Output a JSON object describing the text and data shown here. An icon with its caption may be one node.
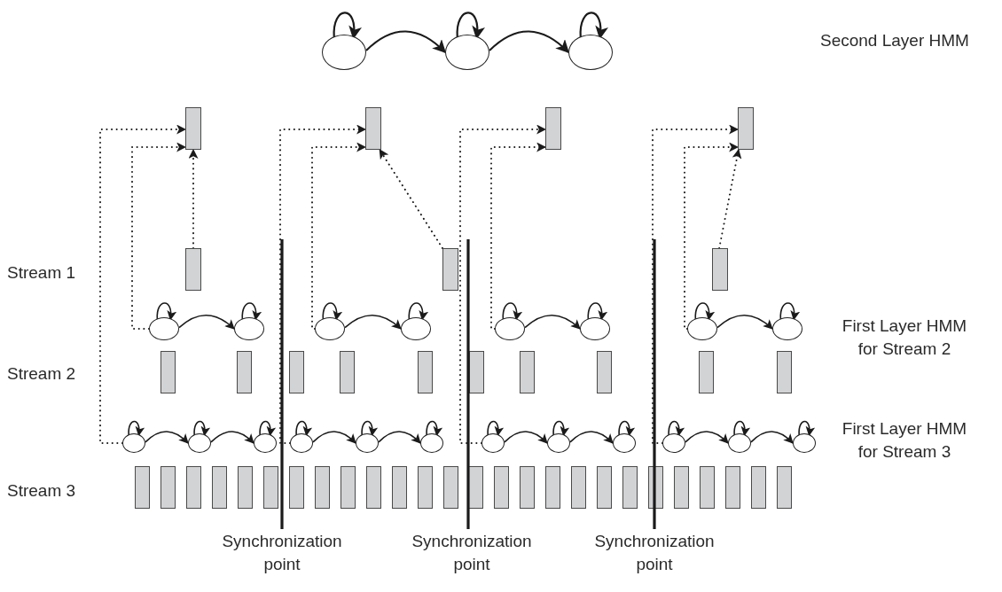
{
  "diagram": {
    "nodes": [
      {
        "text": [],
        "shape": "circle"
      },
      {
        "text": [],
        "shape": "circle"
      },
      {
        "text": [],
        "shape": "circle"
      },
      {
        "text": [],
        "shape": "box"
      },
      {
        "text": [],
        "shape": "box"
      },
      {
        "text": [],
        "shape": "box"
      },
      {
        "text": [],
        "shape": "box"
      },
      {
        "text": [],
        "shape": "box"
      },
      {
        "text": [],
        "shape": "box"
      },
      {
        "text": [],
        "shape": "box"
      },
      {
        "text": [],
        "shape": "circle"
      },
      {
        "text": [],
        "shape": "circle"
      },
      {
        "text": [],
        "shape": "circle"
      },
      {
        "text": [],
        "shape": "circle"
      },
      {
        "text": [],
        "shape": "circle"
      },
      {
        "text": [],
        "shape": "circle"
      },
      {
        "text": [],
        "shape": "circle"
      },
      {
        "text": [],
        "shape": "circle"
      },
      {
        "text": [],
        "shape": "box"
      },
      {
        "text": [],
        "shape": "box"
      },
      {
        "text": [],
        "shape": "box"
      },
      {
        "text": [],
        "shape": "box"
      },
      {
        "text": [],
        "shape": "box"
      },
      {
        "text": [],
        "shape": "box"
      },
      {
        "text": [],
        "shape": "box"
      },
      {
        "text": [],
        "shape": "box"
      },
      {
        "text": [],
        "shape": "box"
      },
      {
        "text": [],
        "shape": "box"
      },
      {
        "text": [],
        "shape": "circle"
      },
      {
        "text": [],
        "shape": "circle"
      },
      {
        "text": [],
        "shape": "circle"
      },
      {
        "text": [],
        "shape": "circle"
      },
      {
        "text": [],
        "shape": "circle"
      },
      {
        "text": [],
        "shape": "circle"
      },
      {
        "text": [],
        "shape": "circle"
      },
      {
        "text": [],
        "shape": "circle"
      },
      {
        "text": [],
        "shape": "circle"
      },
      {
        "text": [],
        "shape": "circle"
      },
      {
        "text": [],
        "shape": "circle"
      },
      {
        "text": [],
        "shape": "circle"
      },
      {
        "text": [],
        "shape": "box"
      },
      {
        "text": [],
        "shape": "box"
      },
      {
        "text": [],
        "shape": "box"
      },
      {
        "text": [],
        "shape": "box"
      },
      {
        "text": [],
        "shape": "box"
      },
      {
        "text": [],
        "shape": "box"
      },
      {
        "text": [],
        "shape": "box"
      },
      {
        "text": [],
        "shape": "box"
      },
      {
        "text": [],
        "shape": "box"
      },
      {
        "text": [],
        "shape": "box"
      },
      {
        "text": [],
        "shape": "box"
      },
      {
        "text": [],
        "shape": "box"
      },
      {
        "text": [],
        "shape": "box"
      },
      {
        "text": [],
        "shape": "box"
      },
      {
        "text": [],
        "shape": "box"
      },
      {
        "text": [],
        "shape": "box"
      },
      {
        "text": [],
        "shape": "box"
      },
      {
        "text": [],
        "shape": "box"
      },
      {
        "text": [],
        "shape": "box"
      },
      {
        "text": [],
        "shape": "box"
      },
      {
        "text": [],
        "shape": "box"
      },
      {
        "text": [],
        "shape": "box"
      },
      {
        "text": [],
        "shape": "box"
      },
      {
        "text": [],
        "shape": "box"
      },
      {
        "text": [],
        "shape": "box"
      },
      {
        "text": [],
        "shape": "box"
      }
    ],
    "edges": [
      {
        "from": 0,
        "to": 0,
        "arrow": "to"
      },
      {
        "from": 0,
        "to": 1,
        "arrow": "to"
      },
      {
        "from": 1,
        "to": 1,
        "arrow": "to"
      },
      {
        "from": 1,
        "to": 2,
        "arrow": "to"
      },
      {
        "from": 2,
        "to": 2,
        "arrow": "to"
      },
      {
        "from": 10,
        "to": 10,
        "arrow": "to"
      },
      {
        "from": 10,
        "to": 11,
        "arrow": "to"
      },
      {
        "from": 11,
        "to": 11,
        "arrow": "to"
      },
      {
        "from": 12,
        "to": 12,
        "arrow": "to"
      },
      {
        "from": 12,
        "to": 13,
        "arrow": "to"
      },
      {
        "from": 13,
        "to": 13,
        "arrow": "to"
      },
      {
        "from": 14,
        "to": 14,
        "arrow": "to"
      },
      {
        "from": 14,
        "to": 15,
        "arrow": "to"
      },
      {
        "from": 15,
        "to": 15,
        "arrow": "to"
      },
      {
        "from": 16,
        "to": 16,
        "arrow": "to"
      },
      {
        "from": 16,
        "to": 17,
        "arrow": "to"
      },
      {
        "from": 17,
        "to": 17,
        "arrow": "to"
      },
      {
        "from": 28,
        "to": 28,
        "arrow": "to"
      },
      {
        "from": 28,
        "to": 29,
        "arrow": "to"
      },
      {
        "from": 29,
        "to": 29,
        "arrow": "to"
      },
      {
        "from": 29,
        "to": 30,
        "arrow": "to"
      },
      {
        "from": 30,
        "to": 30,
        "arrow": "to"
      },
      {
        "from": 31,
        "to": 31,
        "arrow": "to"
      },
      {
        "from": 31,
        "to": 32,
        "arrow": "to"
      },
      {
        "from": 32,
        "to": 32,
        "arrow": "to"
      },
      {
        "from": 32,
        "to": 33,
        "arrow": "to"
      },
      {
        "from": 33,
        "to": 33,
        "arrow": "to"
      },
      {
        "from": 34,
        "to": 34,
        "arrow": "to"
      },
      {
        "from": 34,
        "to": 35,
        "arrow": "to"
      },
      {
        "from": 35,
        "to": 35,
        "arrow": "to"
      },
      {
        "from": 35,
        "to": 36,
        "arrow": "to"
      },
      {
        "from": 36,
        "to": 36,
        "arrow": "to"
      },
      {
        "from": 37,
        "to": 37,
        "arrow": "to"
      },
      {
        "from": 37,
        "to": 38,
        "arrow": "to"
      },
      {
        "from": 38,
        "to": 38,
        "arrow": "to"
      },
      {
        "from": 38,
        "to": 39,
        "arrow": "to"
      },
      {
        "from": 39,
        "to": 39,
        "arrow": "to"
      },
      {
        "from": 28,
        "to": 3,
        "arrow": "to",
        "style": "dashed"
      },
      {
        "from": 10,
        "to": 3,
        "arrow": "to",
        "style": "dashed"
      },
      {
        "from": 7,
        "to": 3,
        "arrow": "to",
        "style": "dashed"
      },
      {
        "from": 31,
        "to": 4,
        "arrow": "to",
        "style": "dashed"
      },
      {
        "from": 12,
        "to": 4,
        "arrow": "to",
        "style": "dashed"
      },
      {
        "from": 8,
        "to": 4,
        "arrow": "to",
        "style": "dashed"
      },
      {
        "from": 34,
        "to": 5,
        "arrow": "to",
        "style": "dashed"
      },
      {
        "from": 14,
        "to": 5,
        "arrow": "to",
        "style": "dashed"
      },
      {
        "from": 37,
        "to": 6,
        "arrow": "to",
        "style": "dashed"
      },
      {
        "from": 16,
        "to": 6,
        "arrow": "to",
        "style": "dashed"
      },
      {
        "from": 9,
        "to": 6,
        "arrow": "to",
        "style": "dashed"
      }
    ],
    "labels": [
      "Second Layer HMM",
      "Stream 1",
      "First Layer HMM for Stream 2",
      "Stream 2",
      "First Layer HMM for Stream 3",
      "Stream 3",
      "Synchronization point",
      "Synchronization point",
      "Synchronization point"
    ]
  }
}
